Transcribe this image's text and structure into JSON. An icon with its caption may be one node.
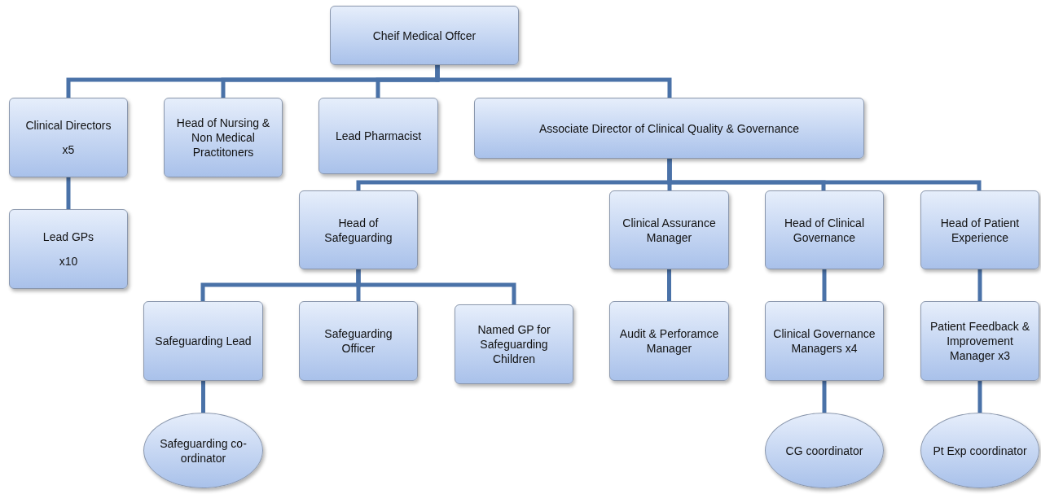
{
  "diagram": {
    "nodes": [
      {
        "text": [
          "Cheif Medical Offcer"
        ]
      },
      {
        "text": [
          "Clinical Directors",
          "x5"
        ]
      },
      {
        "text": [
          "Head of Nursing & Non Medical Practitoners"
        ]
      },
      {
        "text": [
          "Lead Pharmacist"
        ]
      },
      {
        "text": [
          "Associate Director of Clinical Quality & Governance"
        ]
      },
      {
        "text": [
          "Lead GPs",
          "x10"
        ]
      },
      {
        "text": [
          "Head of Safeguarding"
        ]
      },
      {
        "text": [
          "Clinical Assurance Manager"
        ]
      },
      {
        "text": [
          "Head of Clinical Governance"
        ]
      },
      {
        "text": [
          "Head of Patient Experience"
        ]
      },
      {
        "text": [
          "Safeguarding Lead"
        ]
      },
      {
        "text": [
          "Safeguarding Officer"
        ]
      },
      {
        "text": [
          "Named GP for Safeguarding Children"
        ]
      },
      {
        "text": [
          "Audit & Perforamce Manager"
        ]
      },
      {
        "text": [
          "Clinical Governance Managers x4"
        ]
      },
      {
        "text": [
          "Patient Feedback & Improvement Manager x3"
        ]
      },
      {
        "text": [
          "Safeguarding co-ordinator"
        ]
      },
      {
        "text": [
          "CG coordinator"
        ]
      },
      {
        "text": [
          "Pt Exp coordinator"
        ]
      }
    ],
    "edges": [
      {
        "from": 0,
        "to": 1,
        "arrow": "none"
      },
      {
        "from": 0,
        "to": 2,
        "arrow": "none"
      },
      {
        "from": 0,
        "to": 3,
        "arrow": "none"
      },
      {
        "from": 0,
        "to": 4,
        "arrow": "none"
      },
      {
        "from": 1,
        "to": 5,
        "arrow": "none"
      },
      {
        "from": 4,
        "to": 6,
        "arrow": "none"
      },
      {
        "from": 4,
        "to": 7,
        "arrow": "none"
      },
      {
        "from": 4,
        "to": 8,
        "arrow": "none"
      },
      {
        "from": 4,
        "to": 9,
        "arrow": "none"
      },
      {
        "from": 6,
        "to": 10,
        "arrow": "none"
      },
      {
        "from": 6,
        "to": 11,
        "arrow": "none"
      },
      {
        "from": 6,
        "to": 12,
        "arrow": "none"
      },
      {
        "from": 7,
        "to": 13,
        "arrow": "none"
      },
      {
        "from": 8,
        "to": 14,
        "arrow": "none"
      },
      {
        "from": 9,
        "to": 15,
        "arrow": "none"
      },
      {
        "from": 10,
        "to": 16,
        "arrow": "none"
      },
      {
        "from": 14,
        "to": 17,
        "arrow": "none"
      },
      {
        "from": 15,
        "to": 18,
        "arrow": "none"
      }
    ]
  }
}
